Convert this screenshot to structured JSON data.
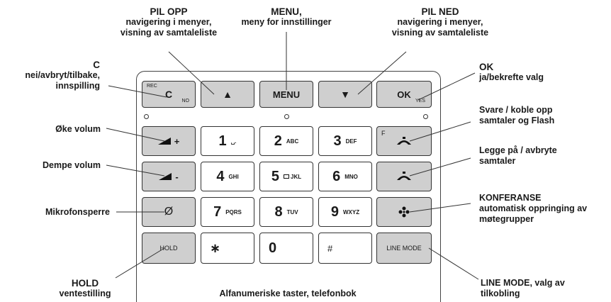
{
  "labels": {
    "pil_opp_title": "PIL OPP",
    "pil_opp_l1": "navigering i menyer,",
    "pil_opp_l2": "visning av samtaleliste",
    "menu_title": "MENU,",
    "menu_l1": "meny for innstillinger",
    "pil_ned_title": "PIL NED",
    "pil_ned_l1": "navigering i menyer,",
    "pil_ned_l2": "visning av samtaleliste",
    "c_title": "C",
    "c_l1": "nei/avbryt/tilbake,",
    "c_l2": "innspilling",
    "ok_title": "OK",
    "ok_l1": "ja/bekrefte valg",
    "oke_volum": "Øke volum",
    "dempe_volum": "Dempe volum",
    "mikrofonsperre": "Mikrofonsperre",
    "svare_l1": "Svare / koble opp",
    "svare_l2": "samtaler og Flash",
    "legge_l1": "Legge på / avbryte",
    "legge_l2": "samtaler",
    "konf_title": "KONFERANSE",
    "konf_l1": "automatisk oppringing av",
    "konf_l2": "møtegrupper",
    "hold_title": "HOLD",
    "hold_l1": "ventestilling",
    "alfa": "Alfanumeriske taster, telefonbok",
    "line_l1": "LINE MODE, valg av",
    "line_l2": "tilkobling"
  },
  "keys": {
    "c_rec": "REC",
    "c_main": "C",
    "c_no": "NO",
    "up": "▲",
    "menu": "MENU",
    "down": "▼",
    "ok_main": "OK",
    "ok_yes": "YES",
    "vol_up_sign": "+",
    "vol_down_sign": "-",
    "mute": "Ø",
    "k1": "1",
    "k1s": "␣.",
    "k2": "2",
    "k2s": "ABC",
    "k3": "3",
    "k3s": "DEF",
    "k4": "4",
    "k4s": "GHI",
    "k5": "5",
    "k5s": "JKL",
    "k6": "6",
    "k6s": "MNO",
    "k7": "7",
    "k7s": "PQRS",
    "k8": "8",
    "k8s": "TUV",
    "k9": "9",
    "k9s": "WXYZ",
    "star": "∗",
    "k0": "0",
    "hash": "#",
    "f_sup": "F",
    "hold": "HOLD",
    "line_mode": "LINE MODE"
  }
}
